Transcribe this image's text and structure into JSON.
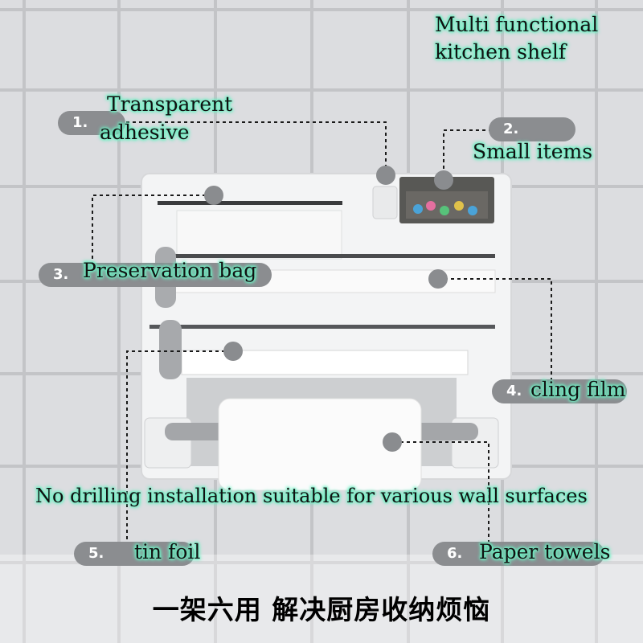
{
  "title": [
    "Multi functional",
    "kitchen shelf"
  ],
  "callouts": [
    {
      "number": "1.",
      "label": [
        "Transparent",
        "adhesive"
      ]
    },
    {
      "number": "2.",
      "label": [
        "Small items"
      ]
    },
    {
      "number": "3.",
      "label": [
        "Preservation bag"
      ]
    },
    {
      "number": "4.",
      "label": [
        "cling film"
      ]
    },
    {
      "number": "5.",
      "label": [
        "tin foil"
      ]
    },
    {
      "number": "6.",
      "label": [
        "Paper towels"
      ]
    }
  ],
  "note": "No drilling installation suitable for various wall surfaces",
  "caption": "一架六用 解决厨房收纳烦恼",
  "colors": {
    "wall": "#d9dadc",
    "grout": "#c4c5c8",
    "shelf": "#f4f5f6",
    "glow": "#6ff0c4",
    "pill": "#8b8d90"
  }
}
